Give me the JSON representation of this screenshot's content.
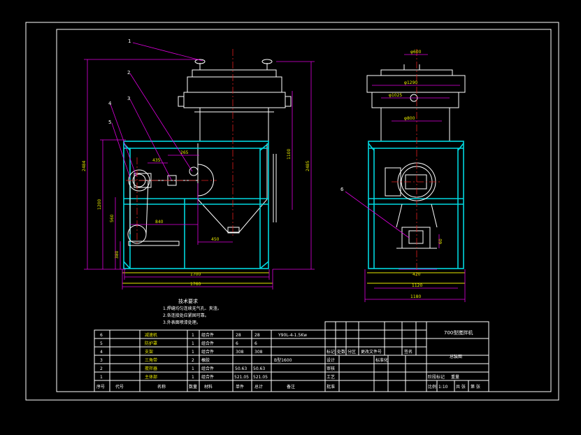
{
  "balloons": [
    "1",
    "2",
    "3",
    "4",
    "5",
    "6"
  ],
  "dims_front": {
    "h_total": "2484",
    "h_upper": "1100",
    "h_right": "2485",
    "h_mid": "1200",
    "h_560": "560",
    "h_380": "380",
    "w_265": "265",
    "w_435": "435",
    "w_840": "840",
    "w_450": "450",
    "w_1700": "1700",
    "w_1760": "1760"
  },
  "dims_side": {
    "d_top": "φ600",
    "d_1290": "φ1290",
    "d_1025": "φ1025",
    "d_800": "φ800",
    "h_60": "60",
    "w_420": "420",
    "w_1120": "1120",
    "w_1180": "1180"
  },
  "notes": {
    "title": "技术要求",
    "lines": [
      "1.焊缝均匀连续无气孔、夹渣。",
      "2.各连接处应紧固可靠。",
      "3.外表面喷漆处理。"
    ]
  },
  "bom": [
    {
      "no": "6",
      "name": "减速机",
      "qty": "1",
      "material": "组合件",
      "unit_w": "28",
      "total_w": "28",
      "note": "Y90L-4-1.5Kw"
    },
    {
      "no": "5",
      "name": "防护罩",
      "qty": "1",
      "material": "组合件",
      "unit_w": "6",
      "total_w": "6",
      "note": ""
    },
    {
      "no": "4",
      "name": "支架",
      "qty": "1",
      "material": "组合件",
      "unit_w": "308",
      "total_w": "308",
      "note": ""
    },
    {
      "no": "3",
      "name": "三角带",
      "qty": "2",
      "material": "橡胶",
      "unit_w": "",
      "total_w": "",
      "note": "B型1600"
    },
    {
      "no": "2",
      "name": "搅拌器",
      "qty": "1",
      "material": "组合件",
      "unit_w": "50.63",
      "total_w": "50.63",
      "note": ""
    },
    {
      "no": "1",
      "name": "主体部",
      "qty": "1",
      "material": "组合件",
      "unit_w": "521.05",
      "total_w": "521.05",
      "note": ""
    }
  ],
  "bom_header": [
    "序号",
    "代号",
    "名称",
    "数量",
    "材料",
    "单件",
    "总计",
    "备注"
  ],
  "title_block": {
    "drawing_title": "700型搅拌机",
    "assembly": "总装图",
    "labels_left": [
      "标记",
      "处数",
      "分区",
      "更改文件号",
      "签名"
    ],
    "labels_rows": [
      "设计",
      "审核",
      "工艺",
      "批准"
    ],
    "std": "标准化",
    "stage": "阶段标记",
    "weight": "重量",
    "ratio": "比例",
    "scale": "1:10",
    "sheet_total": "共 张",
    "sheet_no": "第 张"
  }
}
